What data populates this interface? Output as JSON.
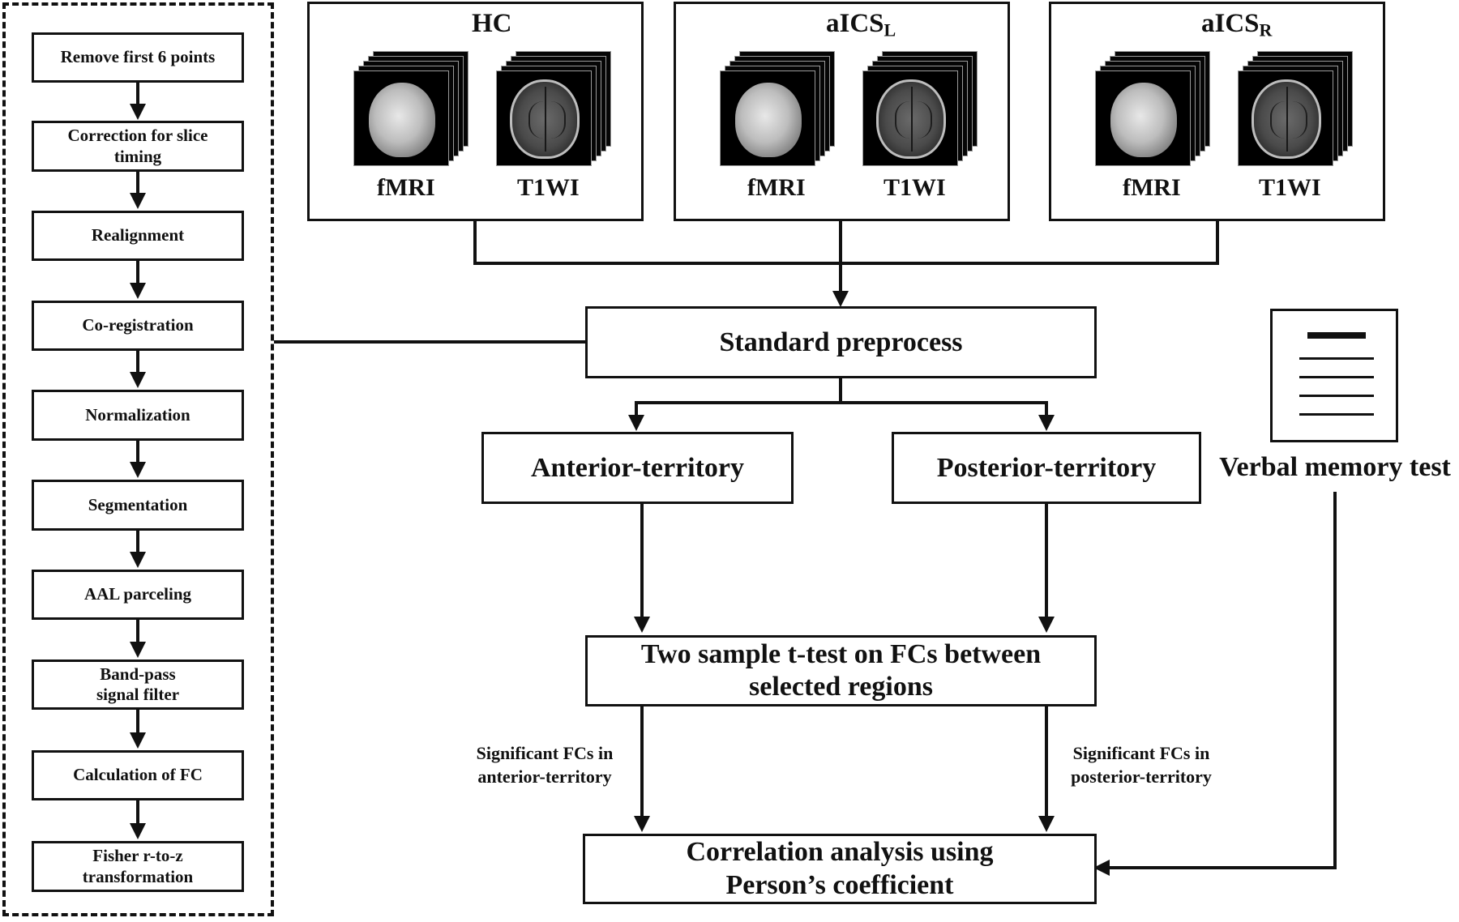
{
  "pipeline": {
    "steps": [
      {
        "label": "Remove first 6 points"
      },
      {
        "label": "Correction for slice\ntiming"
      },
      {
        "label": "Realignment"
      },
      {
        "label": "Co-registration"
      },
      {
        "label": "Normalization"
      },
      {
        "label": "Segmentation"
      },
      {
        "label": "AAL parceling"
      },
      {
        "label": "Band-pass\nsignal filter"
      },
      {
        "label": "Calculation of FC"
      },
      {
        "label": "Fisher r-to-z\ntransformation"
      }
    ]
  },
  "groups": [
    {
      "title": "HC",
      "subscript": "",
      "modalities": [
        "fMRI",
        "T1WI"
      ]
    },
    {
      "title": "aICS",
      "subscript": "L",
      "modalities": [
        "fMRI",
        "T1WI"
      ]
    },
    {
      "title": "aICS",
      "subscript": "R",
      "modalities": [
        "fMRI",
        "T1WI"
      ]
    }
  ],
  "standard_preprocess": "Standard preprocess",
  "anterior_territory": "Anterior-territory",
  "posterior_territory": "Posterior-territory",
  "verbal_memory_test": "Verbal memory test",
  "two_sample_test": "Two sample t-test on FCs between\nselected regions",
  "sig_anterior": "Significant FCs in\nanterior-territory",
  "sig_posterior": "Significant FCs in\nposterior-territory",
  "correlation": "Correlation analysis using\nPerson’s coefficient"
}
